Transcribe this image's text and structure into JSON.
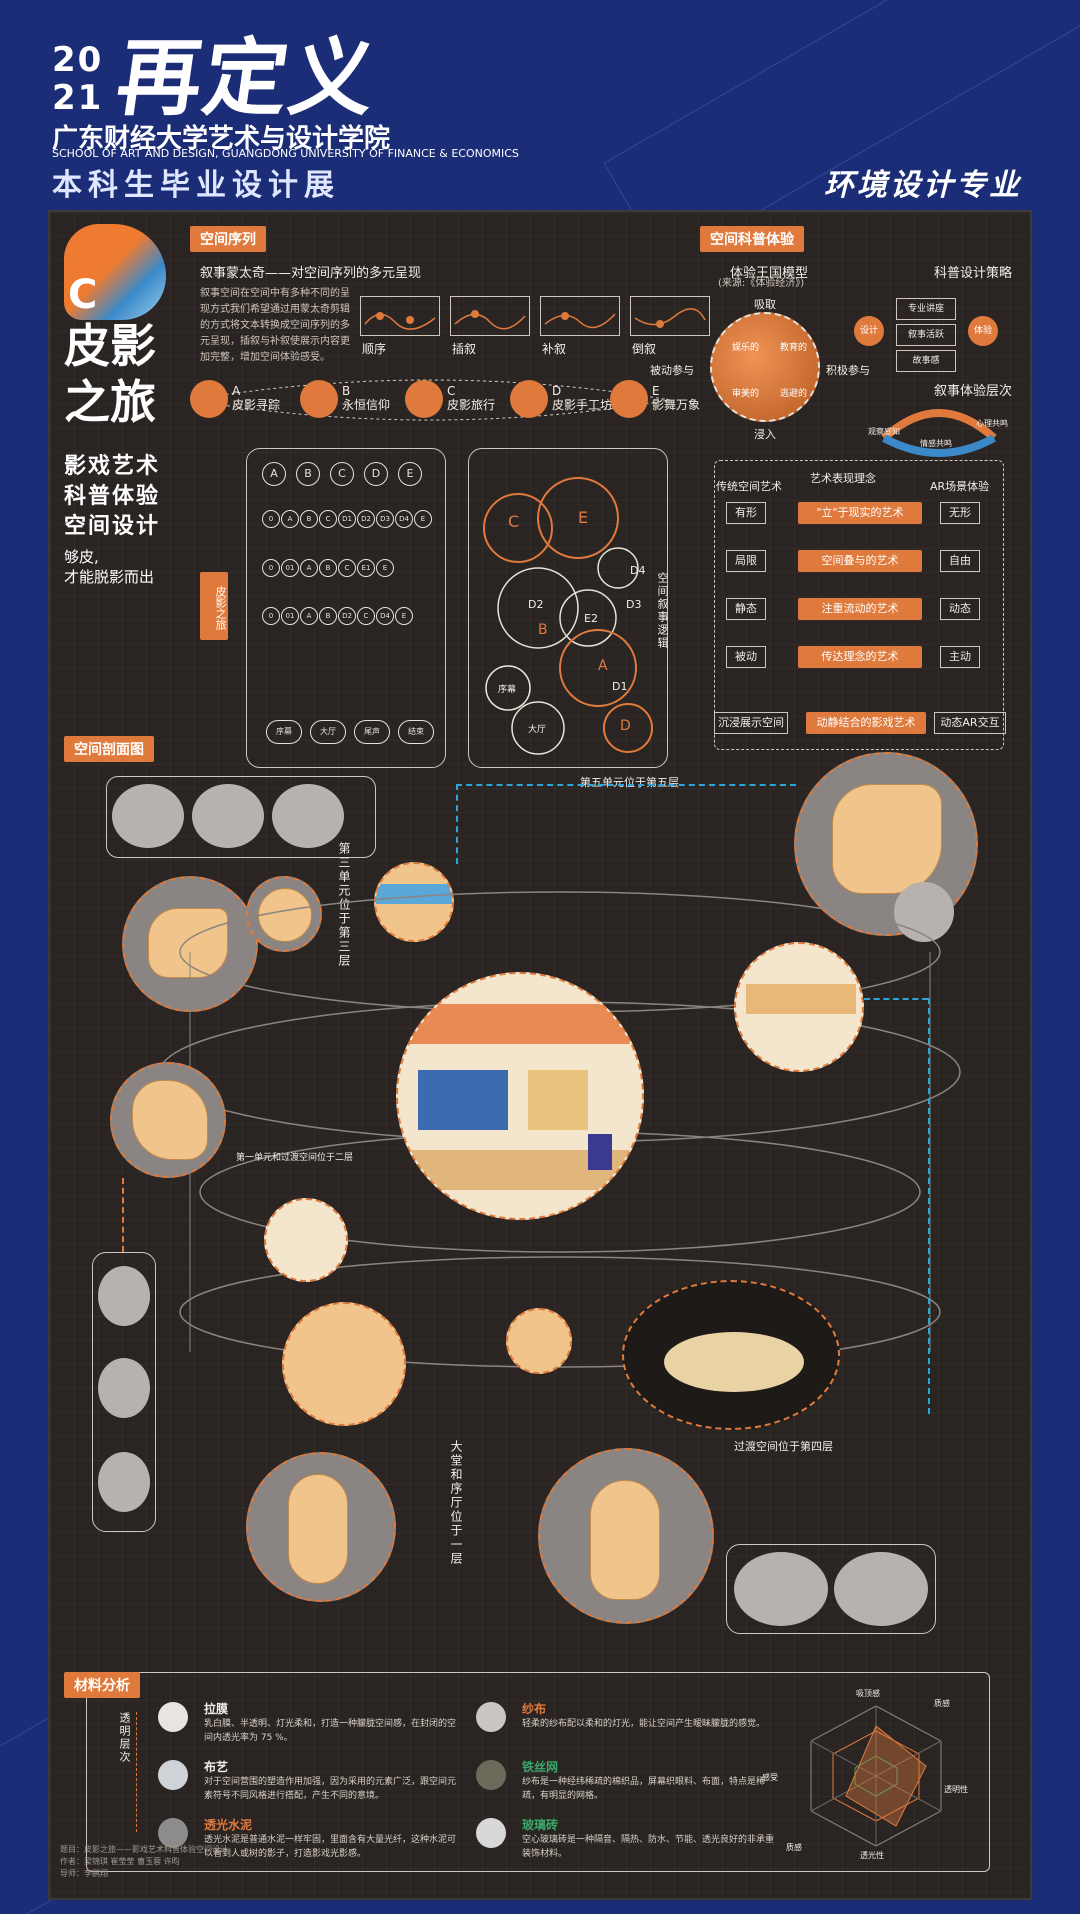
{
  "header": {
    "year_top": "20",
    "year_bottom": "21",
    "title": "再定义",
    "school_cn": "广东财经大学艺术与设计学院",
    "school_en": "SCHOOL OF ART AND DESIGN, GUANGDONG UNIVERSITY OF FINANCE & ECONOMICS",
    "exhibition": "本科生毕业设计展",
    "major": "环境设计专业"
  },
  "logo": {
    "c_letter": "C",
    "title": "皮影之旅",
    "subtitle_lines": [
      "影戏艺术",
      "科普体验",
      "空间设计"
    ],
    "motto_1": "够皮,",
    "motto_2": "才能脱影而出"
  },
  "sequence": {
    "label": "空间序列",
    "heading": "叙事蒙太奇——对空间序列的多元呈现",
    "body": "叙事空间在空间中有多种不同的呈现方式我们希望通过用蒙太奇剪辑的方式将文本转换成空间序列的多元呈现，插叙与补叙使展示内容更加完整，增加空间体验感受。",
    "types": [
      "顺序",
      "插叙",
      "补叙",
      "倒叙"
    ],
    "steps": [
      {
        "letter": "A",
        "name": "皮影寻踪"
      },
      {
        "letter": "B",
        "name": "永恒信仰"
      },
      {
        "letter": "C",
        "name": "皮影旅行"
      },
      {
        "letter": "D",
        "name": "皮影手工坊"
      },
      {
        "letter": "E",
        "name": "影舞万象"
      }
    ],
    "vertical_label": "皮影之旅",
    "narrative_label": "空间叙事逻辑",
    "rows": [
      [
        "A",
        "B",
        "C",
        "D",
        "E"
      ],
      [
        "0",
        "A",
        "B",
        "C",
        "D1",
        "D2",
        "D3",
        "D4",
        "E"
      ],
      [
        "0",
        "01",
        "A",
        "B",
        "C",
        "E1",
        "E"
      ],
      [
        "0",
        "01",
        "A",
        "B",
        "D2",
        "C",
        "D4",
        "E"
      ]
    ],
    "bottom_nodes": [
      "序幕",
      "大厅",
      "尾声",
      "结束"
    ],
    "bubble_labels": [
      "C",
      "E",
      "D2",
      "B",
      "E2",
      "A",
      "D",
      "D1",
      "D3",
      "D4",
      "序幕",
      "大厅"
    ]
  },
  "experience": {
    "label": "空间科普体验",
    "model_title": "体验王国模型",
    "model_source": "(来源:《体验经济》)",
    "axis_top": "吸取",
    "axis_bottom": "浸入",
    "axis_left": "被动参与",
    "axis_right": "积极参与",
    "quads": [
      "娱乐的",
      "教育的",
      "审美的",
      "逃避的"
    ],
    "strategy_title": "科普设计策略",
    "strategy_items": [
      "专业讲座",
      "叙事活跃",
      "故事感"
    ],
    "strategy_ends": [
      "设计",
      "体验"
    ],
    "level_title": "叙事体验层次",
    "level_items": [
      "观察感知",
      "情感共鸣",
      "心理共鸣"
    ],
    "art_title": "艺术表现理念",
    "col_left": "传统空间艺术",
    "col_right": "AR场景体验",
    "left_items": [
      "有形",
      "局限",
      "静态",
      "被动"
    ],
    "mid_items": [
      "\"立\"于现实的艺术",
      "空间叠与的艺术",
      "注重流动的艺术",
      "传达理念的艺术"
    ],
    "right_items": [
      "无形",
      "自由",
      "动态",
      "主动"
    ],
    "bottom_left": "沉浸展示空间",
    "bottom_mid": "动静结合的影戏艺术",
    "bottom_right": "动态AR交互"
  },
  "section": {
    "label": "空间剖面图",
    "notes": [
      "第五单元位于第五层",
      "第三单元位于第三层",
      "第一单元和过渡空间位于二层",
      "过渡空间位于第四层",
      "大堂和序厅位于一层"
    ]
  },
  "materials": {
    "label": "材料分析",
    "axis_label": "透明层次",
    "items": [
      {
        "name": "拉膜",
        "desc": "乳白膜、半透明、灯光柔和，打造一种朦胧空间感，在封闭的空间内透光率为 75 %。",
        "color": "#e8e4e0",
        "name_color": "#f3eee6"
      },
      {
        "name": "布艺",
        "desc": "对于空间营围的塑造作用加强，因为采用的元素广泛，跟空间元素符号不同风格进行搭配，产生不同的意境。",
        "color": "#cfd2d6",
        "name_color": "#f3eee6"
      },
      {
        "name": "透光水泥",
        "desc": "透光水泥是普通水泥一样牢固，里面含有大量光纤，这种水泥可以看到人或树的影子，打造影戏光影感。",
        "color": "#8c8c8c",
        "name_color": "#e07a3c"
      },
      {
        "name": "纱布",
        "desc": "轻柔的纱布配以柔和的灯光，能让空间产生暧昧朦胧的感觉。",
        "color": "#c9c6c4",
        "name_color": "#e07a3c"
      },
      {
        "name": "铁丝网",
        "desc": "纱布是一种经纬稀疏的棉织品，屏幕织眼料、布面，特点是稀疏，有明显的网格。",
        "color": "#6c6a5a",
        "name_color": "#3aa86a"
      },
      {
        "name": "玻璃砖",
        "desc": "空心玻璃砖是一种隔音、隔热、防水、节能、透光良好的非承重装饰材料。",
        "color": "#d8d8d8",
        "name_color": "#3aa86a"
      }
    ],
    "radar_labels": [
      "吸顶感",
      "质感",
      "透明性",
      "透光性",
      "质感",
      "感受"
    ]
  },
  "credits": {
    "line1": "题目：皮影之旅——影戏艺术科普体验空间设计",
    "line2": "作者：梁锦琪  崔莹莹  曹玉蓉  许昀",
    "line3": "导师：李鹏翔"
  },
  "colors": {
    "accent": "#e07a3c",
    "board": "#2a2523",
    "background": "#1c2d78",
    "line": "#2aa6d8"
  }
}
